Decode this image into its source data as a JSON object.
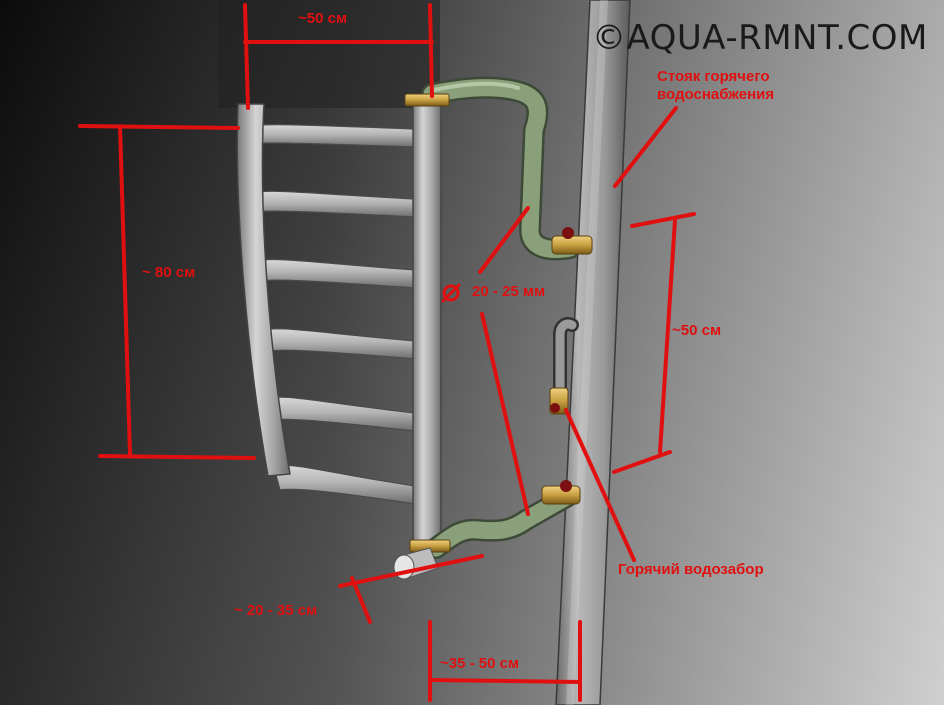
{
  "watermark": "©AQUA-RMNT.COM",
  "labels": {
    "top_width": "~50 см",
    "height": "~ 80 см",
    "diameter": "20 - 25 мм",
    "riser_spacing": "~50 см",
    "wall_offset": "~ 20 - 35 см",
    "riser_offset": "~35 - 50 см"
  },
  "notes": {
    "riser_line1": "Стояк горячего",
    "riser_line2": "водоснабжения",
    "hot_intake": "Горячий водозабор"
  },
  "colors": {
    "dimension_red": "#e01010",
    "pipe_gray": "#a8a8a8",
    "connector_green": "#8aa07a",
    "fitting_brass": "#c8a040"
  }
}
